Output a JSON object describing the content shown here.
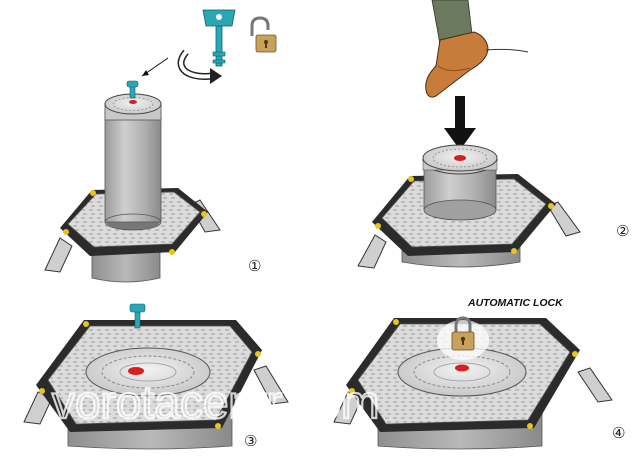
{
  "panels": [
    {
      "step": "①",
      "action": "unlock with key"
    },
    {
      "step": "②",
      "action": "press down with foot"
    },
    {
      "step": "③",
      "action": "remove key"
    },
    {
      "step": "④",
      "action": "locked",
      "caption": "AUTOMATIC LOCK"
    }
  ],
  "watermark": "vorotacentr.com",
  "icons": [
    "key-icon",
    "open-padlock-icon",
    "closed-padlock-icon",
    "rotation-arrow-icon",
    "down-arrow-icon",
    "foot-icon"
  ],
  "colors": {
    "key": "#2aa7b4",
    "padlock": "#c9a25a",
    "red_button": "#d81e1e",
    "frame": "#2b2b2b",
    "plate": "#d9d9d9",
    "post": "#a9a9a9"
  }
}
